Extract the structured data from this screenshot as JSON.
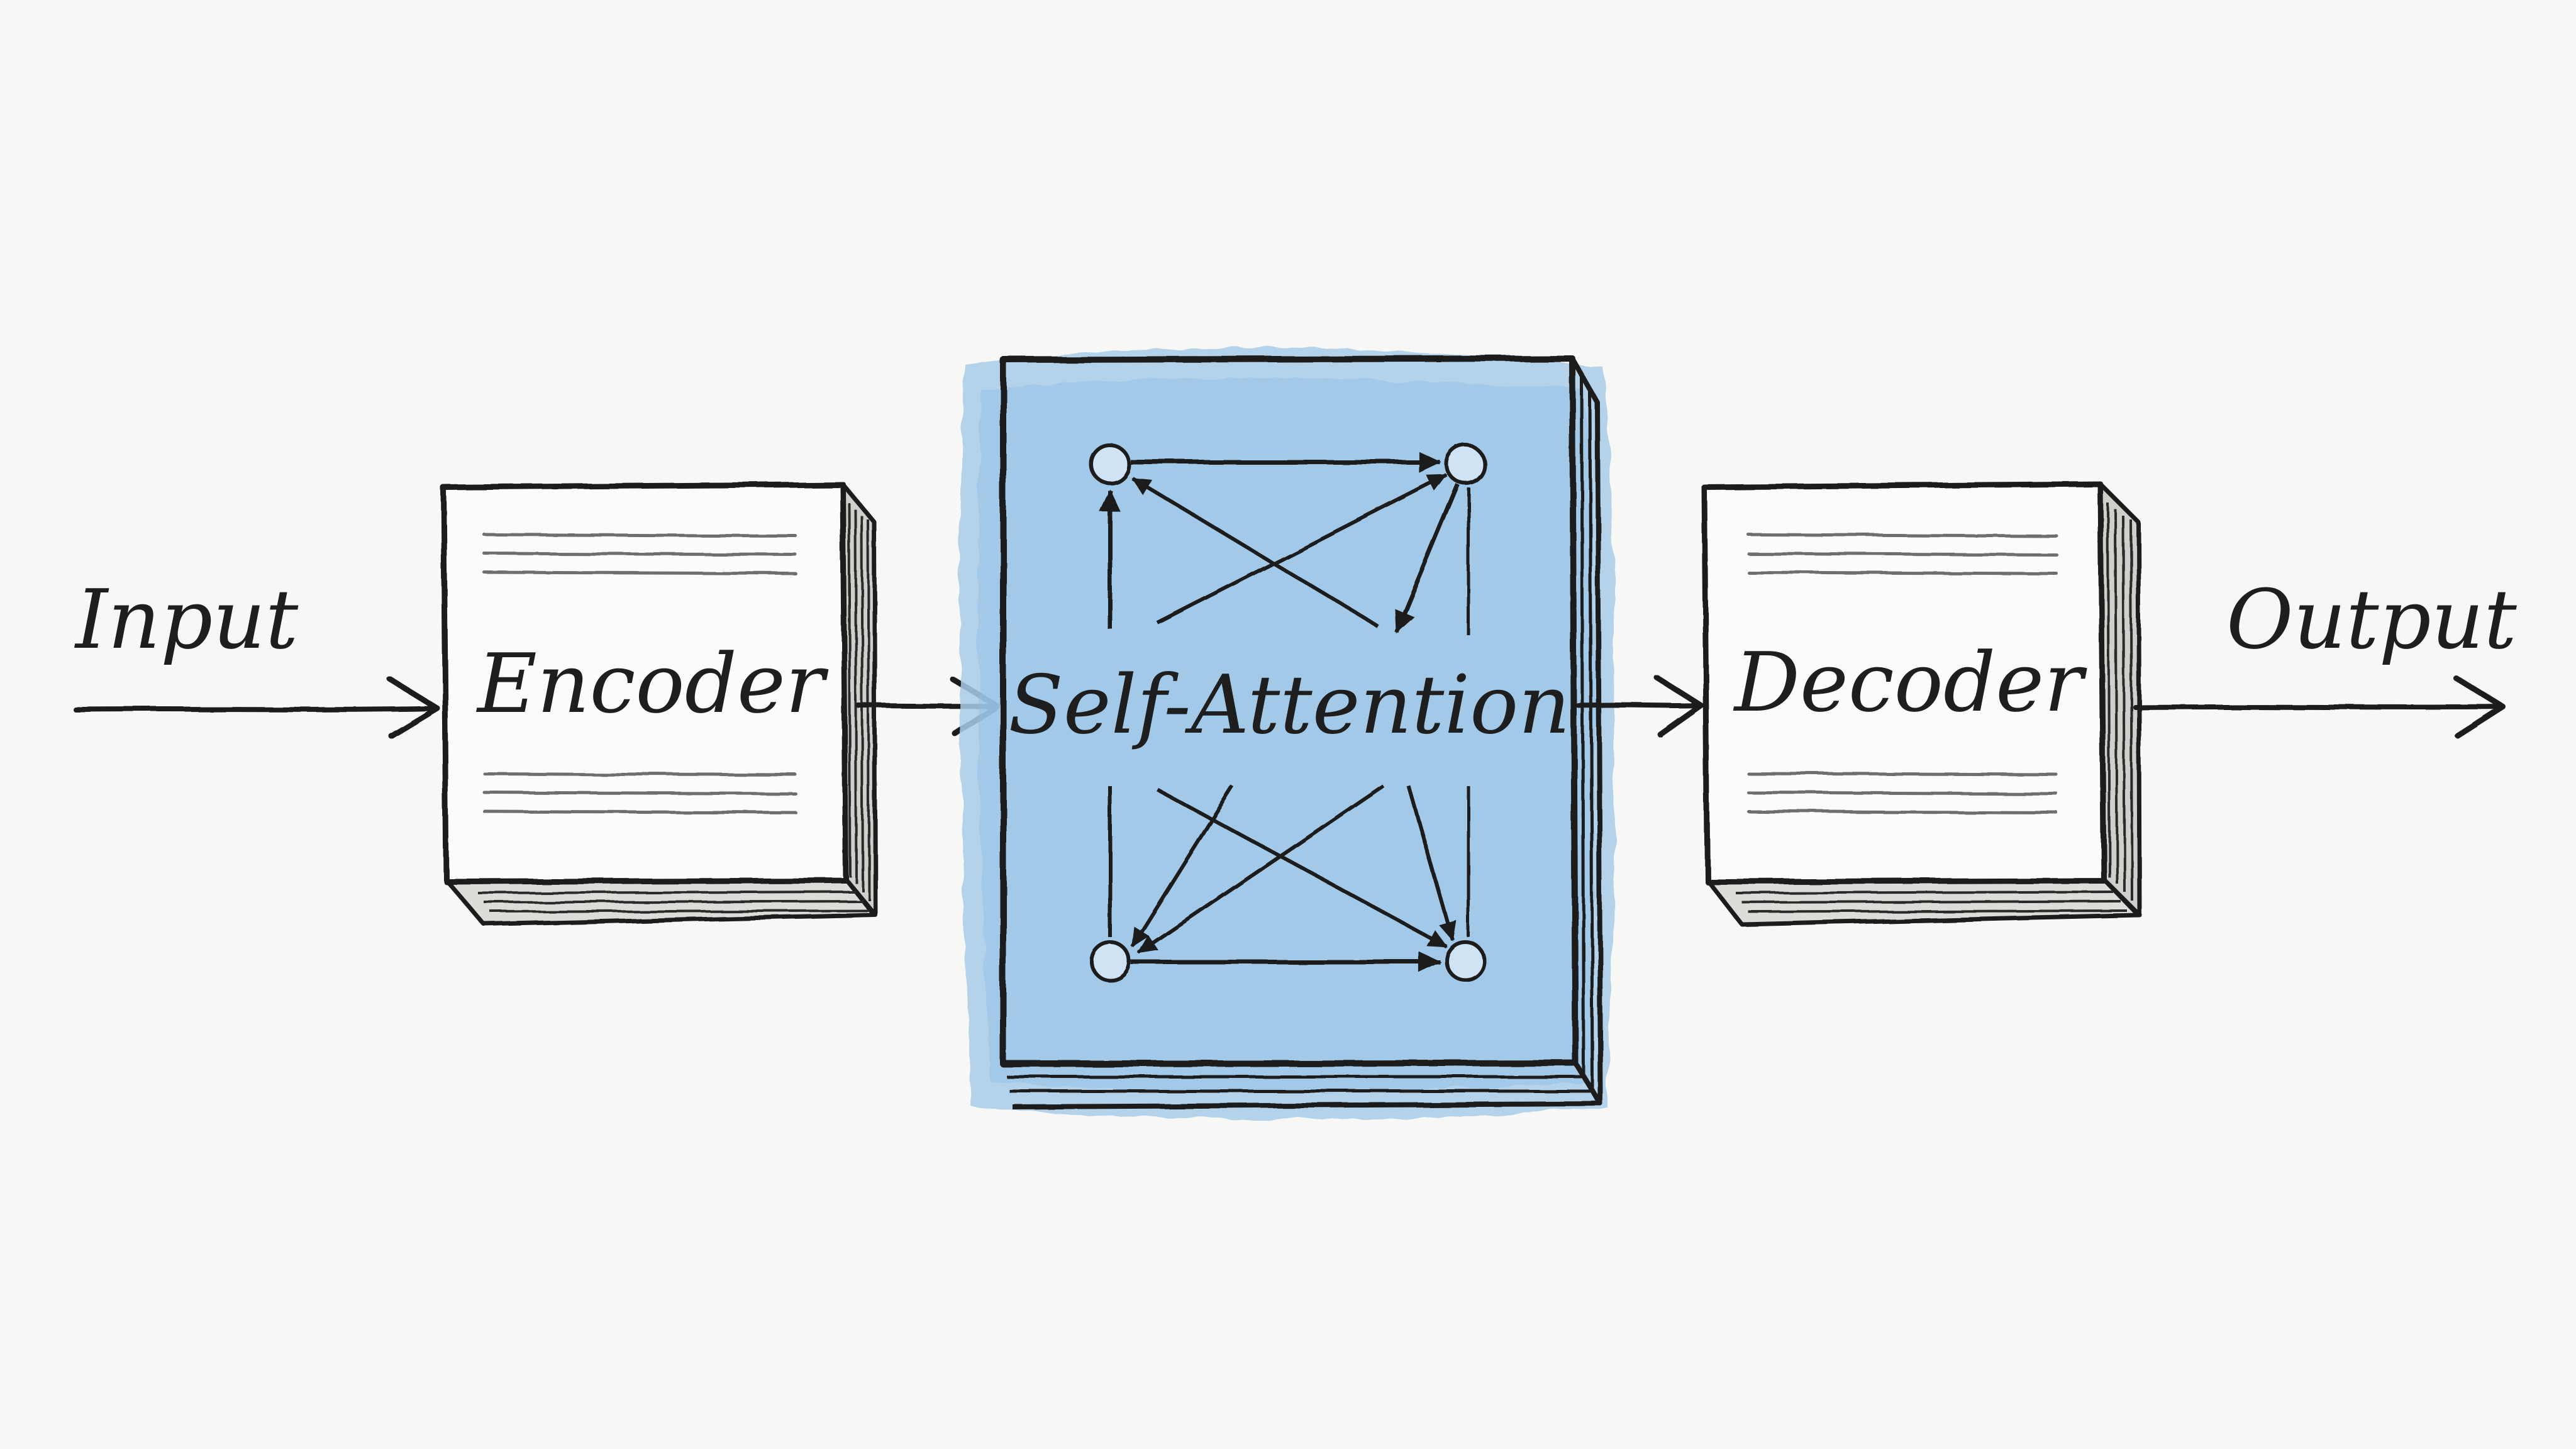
{
  "diagram": {
    "labels": {
      "input": "Input",
      "encoder": "Encoder",
      "self_attention": "Self-Attention",
      "decoder": "Decoder",
      "output": "Output"
    },
    "colors": {
      "background": "#f7f7f5",
      "ink": "#1e1e1e",
      "attention_fill": "#a9cdea",
      "attention_fill_edge": "#7fb5e0",
      "box_fill": "#fbfbfa",
      "text_lines": "#6e6e6e"
    },
    "flow": [
      "input",
      "encoder",
      "self_attention",
      "decoder",
      "output"
    ]
  }
}
